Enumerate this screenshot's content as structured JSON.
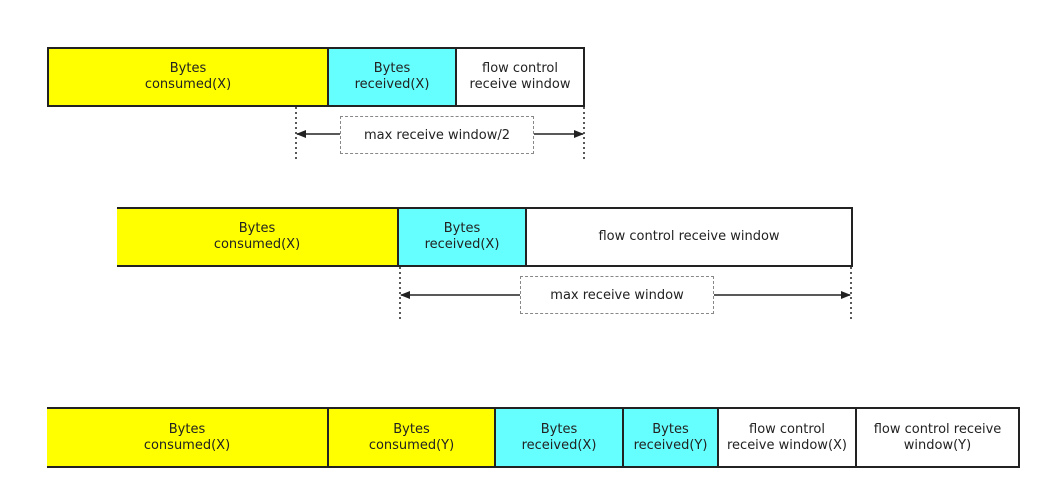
{
  "row1": {
    "segments": [
      {
        "label": "Bytes\nconsumed(X)"
      },
      {
        "label": "Bytes\nreceived(X)"
      },
      {
        "label": "flow control\nreceive window"
      }
    ],
    "span_label": "max receive window/2"
  },
  "row2": {
    "segments": [
      {
        "label": "Bytes\nconsumed(X)"
      },
      {
        "label": "Bytes\nreceived(X)"
      },
      {
        "label": "flow control receive window"
      }
    ],
    "span_label": "max receive window"
  },
  "row3": {
    "segments": [
      {
        "label": "Bytes\nconsumed(X)"
      },
      {
        "label": "Bytes\nconsumed(Y)"
      },
      {
        "label": "Bytes\nreceived(X)"
      },
      {
        "label": "Bytes\nreceived(Y)"
      },
      {
        "label": "flow control\nreceive window(X)"
      },
      {
        "label": "flow control receive\nwindow(Y)"
      }
    ]
  },
  "colors": {
    "consumed": "#ffff00",
    "received": "#66ffff",
    "window": "#ffffff"
  }
}
